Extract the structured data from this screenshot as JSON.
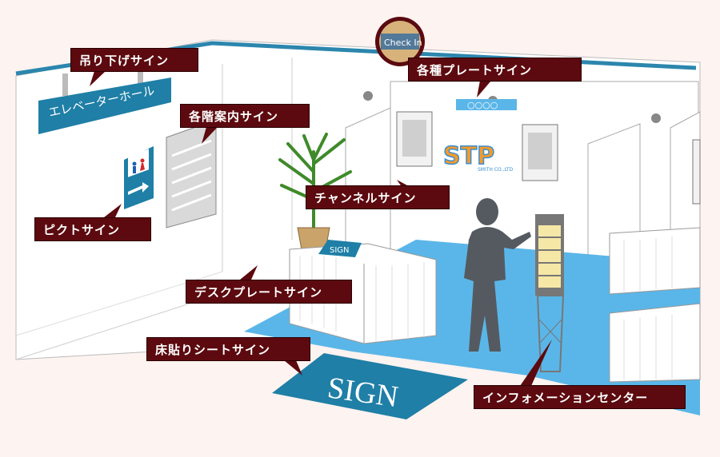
{
  "labels": {
    "hanging_sign": "吊り下げサイン",
    "floor_guide_sign": "各階案内サイン",
    "plate_signs": "各種プレートサイン",
    "channel_sign": "チャンネルサイン",
    "pictogram_sign": "ピクトサイン",
    "desk_plate_sign": "デスクプレートサイン",
    "floor_sheet_sign": "床貼りシートサイン",
    "info_center": "インフォメーションセンター"
  },
  "scene": {
    "elevator_hall_text": "エレベーターホール",
    "check_in_text": "Check In",
    "plate_text": "○○○○",
    "channel_logo": "STP",
    "channel_sub": "SMITH CO.,LTD",
    "desk_plate_text": "SIGN",
    "floor_sheet_text": "SIGN"
  },
  "colors": {
    "label_bg": "#5c0a0f",
    "sign_blue": "#1f7fa6",
    "carpet_blue": "#5ab6e8",
    "logo_orange": "#f39a2b",
    "logo_blue": "#3b8fd1",
    "page_bg": "#fdf3f0"
  }
}
